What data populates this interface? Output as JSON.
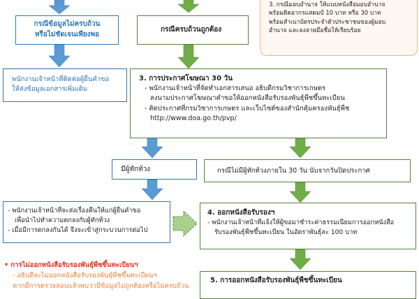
{
  "colors": {
    "blue": "#2e75b6",
    "blue_fill": "#5b9bd5",
    "green": "#548235",
    "green_fill": "#70ad47",
    "orange": "#f4b183",
    "red": "#e0301e"
  },
  "notice_box": {
    "line1": "3. กรณีมอบอำนาจ ให้แนบหนังสือมอบอำนาจ",
    "line2": "พร้อมติดอากรแสตมป์ 10 บาท หรือ 30 บาท",
    "line3": "พร้อมสำเนาบัตรประจำตัวประชาชนของผู้มอบ",
    "line4": "อำนาจ และลงลายมือชื่อให้เรียบร้อย"
  },
  "incomplete_box": {
    "line1": "กรณีข้อมูลไม่ครบถ้วน",
    "line2": "หรือไม่ชัดเจนเพียงพอ"
  },
  "complete_box": {
    "label": "กรณีครบถ้วนถูกต้อง"
  },
  "incomplete_note": {
    "line1": "พนักงานเจ้าหน้าที่ติดต่อผู้ยื่นคำขอ",
    "line2": "ให้ส่งข้อมูลเอกสารเพิ่มเติม"
  },
  "step3": {
    "title": "3. การประกาศโฆษณา 30 วัน",
    "b1_line1": "- พนักงานเจ้าหน้าที่จัดทำเอกสารเสนอ อธิบดีกรมวิชาการเกษตร",
    "b1_line2": "ลงนามประกาศโฆษณาคำขอให้ออกหนังสือรับรองพันธุ์พืชขึ้นทะเบียน",
    "b2_line1": "- ติดประกาศที่กรมวิชาการเกษตร และเว็บไซต์ของสำนักคุ้มครองพันธุ์พืช",
    "b2_line2": "http://www.doa.go.th/pvp/"
  },
  "objection_box": {
    "label": "มีผู้ทักท้วง"
  },
  "no_objection_box": {
    "label": "กรณีไม่มีผู้ทักท้วงภายใน 30 วัน นับจากวันปิดประกาศ"
  },
  "objection_note": {
    "b1_line1": "- พนักงานเจ้าหน้าที่จะส่งเรื่องคืนให้แก่ผู้ยื่นคำขอ",
    "b1_line2": "เพื่อนำไปทำความตกลงกับผู้ทักท้วง",
    "b2": "- เมื่อมีการตกลงกันได้ จึงจะเข้าสู่กระบวนการต่อไป"
  },
  "step4": {
    "title": "4. ออกหนังสือรับรองฯ",
    "b1_line1": "- พนักงานเจ้าหน้าที่แจ้งให้ผู้ขอมาชำระค่าธรรมเนียมการออกหนังสือ",
    "b1_line2": "รับรองพันธุ์พืชขึ้นทะเบียน ในอัตราพันธุ์ละ 100 บาท"
  },
  "refusal": {
    "title": "• การไม่ออกหนังสือรับรองพันธุ์พืชขึ้นทะเบียนฯ",
    "line1": "- อธิบดีจะไม่ออกหนังสือรับรองพันธุ์พืชขึ้นทะเบียนฯ",
    "line2": "หากมีการตรวจสอบแล้วพบว่ามีข้อมูลไม่ถูกต้องหรือไม่ครบถ้วน"
  },
  "step5": {
    "title": "5. การออกหนังสือรับรองพันธุ์พืชขึ้นทะเบียน"
  }
}
